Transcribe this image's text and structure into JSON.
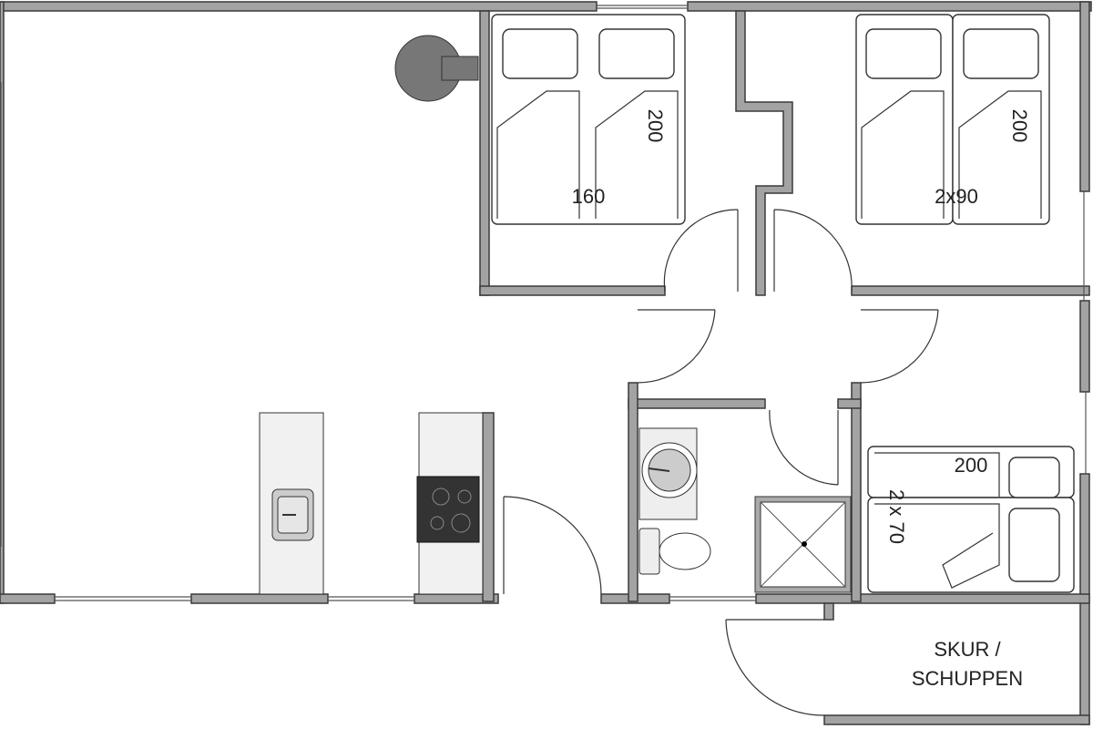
{
  "title": "Floor plan",
  "labels": {
    "bed1_width": "160",
    "bed1_length": "200",
    "bed2_width": "2x90",
    "bed2_length": "200",
    "bunk_length": "200",
    "bunk_width": "2 x 70",
    "shed_line1": "SKUR /",
    "shed_line2": "SCHUPPEN"
  },
  "colors": {
    "wall": "#a3a3a3",
    "outline": "#3a3a3a",
    "stove": "#777777"
  }
}
